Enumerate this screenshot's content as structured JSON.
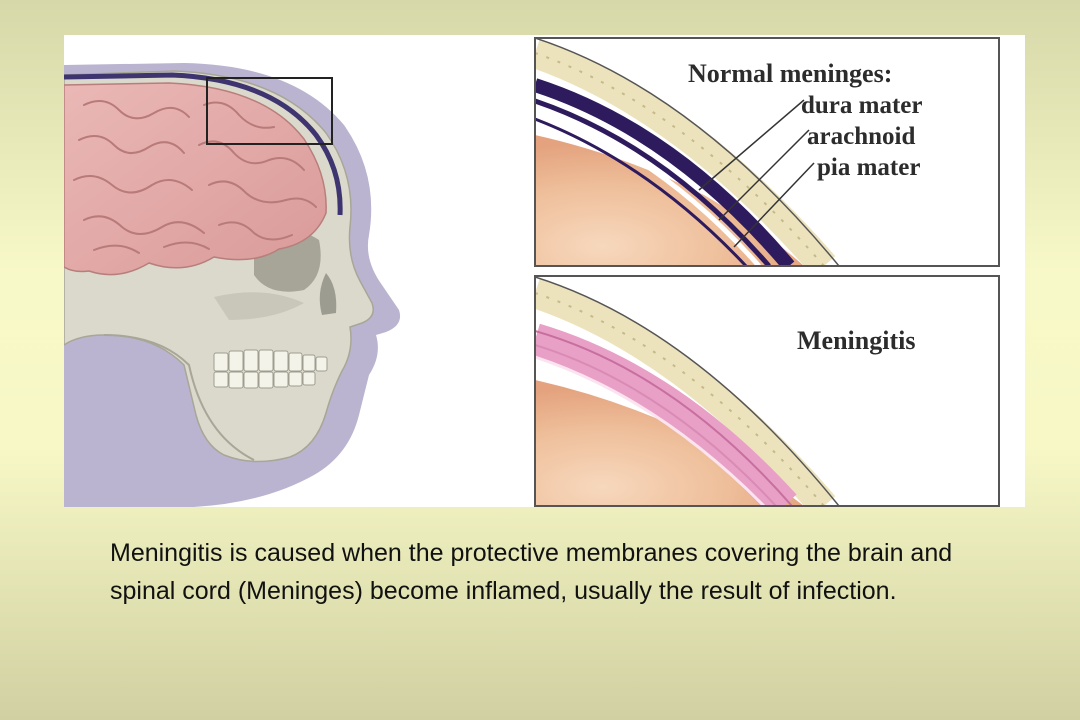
{
  "figure": {
    "normal_panel": {
      "title": "Normal meninges:",
      "labels": [
        "dura mater",
        "arachnoid",
        "pia mater"
      ]
    },
    "meningitis_panel": {
      "title": "Meningitis"
    },
    "colors": {
      "brain": "#e2aaa8",
      "skull": "#d9d8ca",
      "face_shadow": "#b9b3cf",
      "dura": "#2e1b5e",
      "inflamed": "#e8a0c6",
      "tissue": "#f1c19f"
    }
  },
  "caption": "Meningitis is caused when the protective membranes covering the brain and spinal cord (Meninges) become inflamed, usually the result of infection."
}
